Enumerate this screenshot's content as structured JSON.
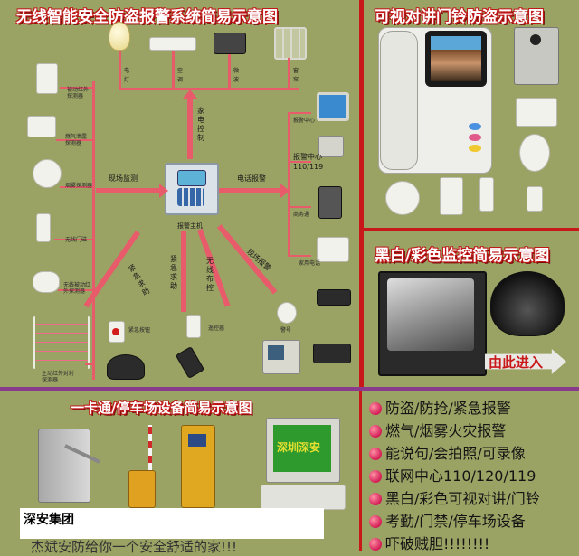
{
  "alarm": {
    "title": "无线智能安全防盗报警系统简易示意图",
    "devices_left": [
      "被动红外探测器",
      "燃气泄露探测器",
      "烟雾探测器",
      "无线门磁",
      "无线被动红外探测器",
      "主动红外对射探测器"
    ],
    "devices_top": [
      "电灯",
      "空调",
      "微波",
      "窗帘"
    ],
    "right_labels": [
      "报警中心",
      "报警中心",
      "110/119",
      "商务通",
      "家用电话"
    ],
    "host_label": "报警主机",
    "scene_monitor": "现场监测",
    "phone_alarm": "电话报警",
    "appliance_control": "家电控制",
    "emergency_help": "紧急求助",
    "urgent_help": "紧急求助",
    "wireless_arm": "无线布控",
    "scene_alarm": "现场报警",
    "bottom_labels": [
      "紧急按钮",
      "遥控器",
      "警号"
    ]
  },
  "intercom": {
    "title": "可视对讲门铃防盗示意图"
  },
  "cctv": {
    "title": "黑白/彩色监控简易示意图",
    "enter": "由此进入"
  },
  "parking": {
    "title": "一卡通/停车场设备简易示意图",
    "screen_text": "深圳深安"
  },
  "features": [
    "防盗/防抢/紧急报警",
    "燃气/烟雾火灾报警",
    "能说句/会拍照/可录像",
    "联网中心110/120/119",
    "黑白/彩色可视对讲/门铃",
    "考勤/门禁/停车场设备",
    "吓破贼胆!!!!!!!!"
  ],
  "company": "深安集团",
  "slogan": "杰斌安防给你一个安全舒适的家!!!",
  "colors": {
    "background": "#9aa364",
    "divider": "#c8181a",
    "purple": "#8a3a8c",
    "wire": "#e85b6b",
    "bullet": "#d21d55"
  }
}
